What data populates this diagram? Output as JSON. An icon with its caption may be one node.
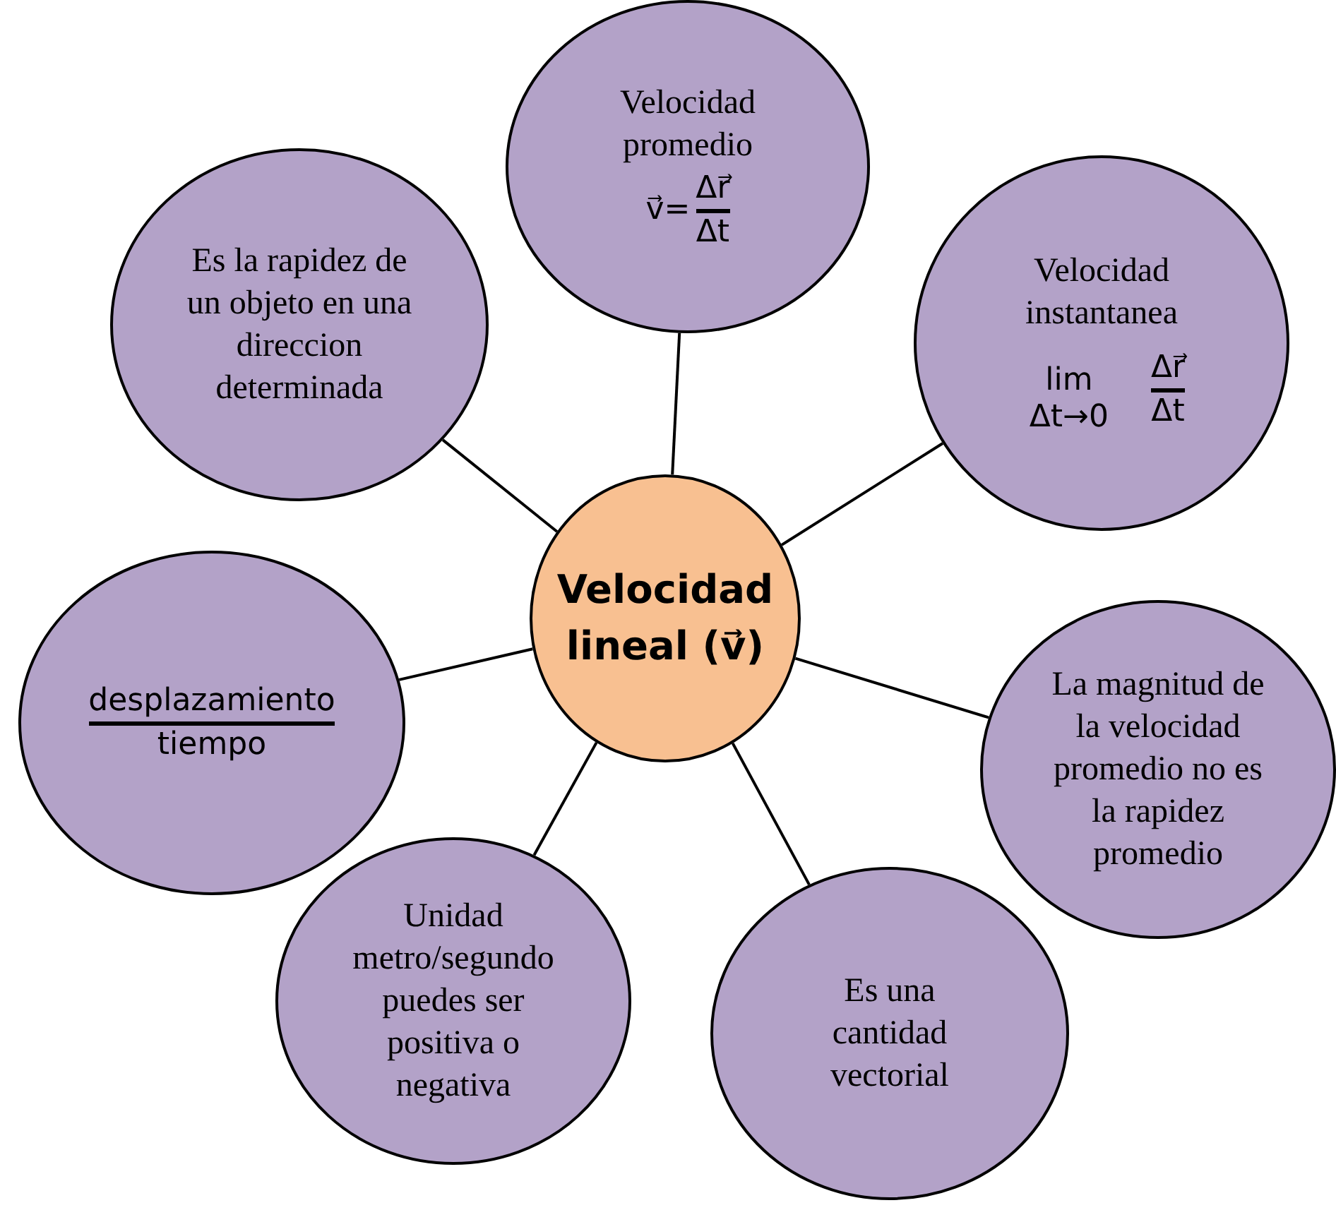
{
  "diagram": {
    "nodes": [
      {
        "text": [
          "Velocidad lineal (v⃗)"
        ]
      },
      {
        "text": [
          "Velocidad promedio",
          "v⃗=",
          "Δr⃗",
          "Δt"
        ]
      },
      {
        "text": [
          "Velocidad instantanea",
          "lim Δt→0",
          "Δr⃗",
          "Δt"
        ]
      },
      {
        "text": [
          "La magnitud de la velocidad promedio no es la rapidez promedio"
        ]
      },
      {
        "text": [
          "Es una cantidad vectorial"
        ]
      },
      {
        "text": [
          "Unidad metro/segundo puedes ser positiva o negativa"
        ]
      },
      {
        "text": [
          "desplazamiento",
          "tiempo"
        ]
      },
      {
        "text": [
          "Es la rapidez de un objeto en una direccion determinada"
        ]
      }
    ],
    "edges": [
      {
        "from": 0,
        "to": 1,
        "arrow": "none"
      },
      {
        "from": 0,
        "to": 2,
        "arrow": "none"
      },
      {
        "from": 0,
        "to": 3,
        "arrow": "none"
      },
      {
        "from": 0,
        "to": 4,
        "arrow": "none"
      },
      {
        "from": 0,
        "to": 5,
        "arrow": "none"
      },
      {
        "from": 0,
        "to": 6,
        "arrow": "none"
      },
      {
        "from": 0,
        "to": 7,
        "arrow": "none"
      }
    ]
  }
}
